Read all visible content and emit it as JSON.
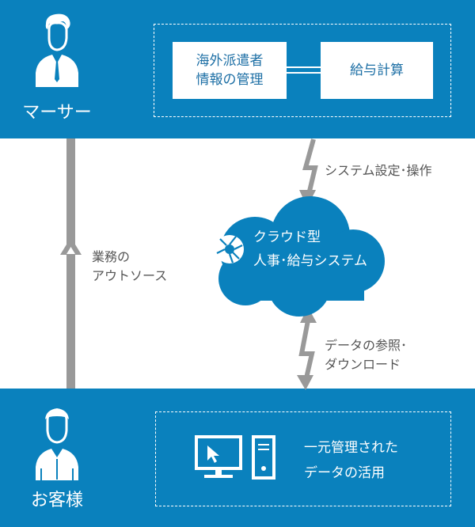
{
  "colors": {
    "brand_blue": "#0a81bd",
    "arrow_gray": "#999999",
    "box_text": "#1d6fa5"
  },
  "top": {
    "role_label": "マーサー",
    "role_icon": "businessman-icon",
    "box_left": "海外派遣者\n情報の管理",
    "box_right": "給与計算"
  },
  "middle": {
    "left_arrow_label": "業務の\nアウトソース",
    "top_arrow_label": "システム設定･操作",
    "bottom_arrow_label": "データの参照･\nダウンロード",
    "cloud_label": "クラウド型\n人事･給与システム",
    "cloud_icon": "aperture-logo-icon"
  },
  "bottom": {
    "role_label": "お客様",
    "role_icon": "person-icon",
    "computer_icon": "desktop-computer-icon",
    "description": "一元管理された\nデータの活用"
  }
}
